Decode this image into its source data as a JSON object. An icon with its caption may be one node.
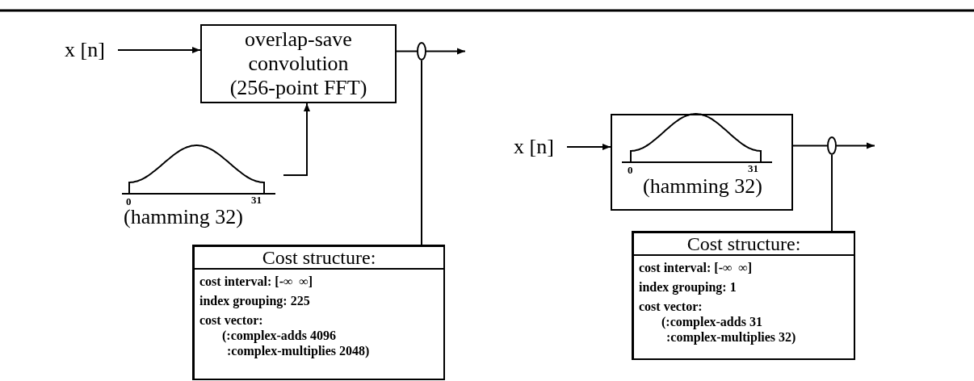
{
  "diagram": {
    "nodes": [
      {
        "text": [
          "x [n]"
        ]
      },
      {
        "text": [
          "overlap-save convolution (256-point FFT)"
        ]
      },
      {
        "text": [
          "0",
          "31",
          "(hamming 32)"
        ]
      },
      {
        "text": [],
        "shape": "circle"
      },
      {
        "text": [
          "Cost structure:",
          "cost interval: [-∞  ∞]",
          "index grouping: 225",
          "cost vector:",
          "(:complex-adds 4096",
          ":complex-multiplies 2048)"
        ]
      },
      {
        "text": [
          "x [n]"
        ]
      },
      {
        "text": [
          "0",
          "31",
          "(hamming 32)"
        ]
      },
      {
        "text": [],
        "shape": "circle"
      },
      {
        "text": [
          "Cost structure:",
          "cost interval: [-∞  ∞]",
          "index grouping: 1",
          "cost vector:",
          "(:complex-adds 31",
          ":complex-multiplies 32)"
        ]
      }
    ],
    "edges": [
      {
        "from": 0,
        "to": 1,
        "arrow": "to"
      },
      {
        "from": 2,
        "to": 1,
        "arrow": "to"
      },
      {
        "from": 1,
        "to": 3,
        "arrow": "none"
      },
      {
        "from": 3,
        "to": null,
        "arrow": "to"
      },
      {
        "from": 3,
        "to": 4,
        "arrow": "none"
      },
      {
        "from": 5,
        "to": 6,
        "arrow": "to"
      },
      {
        "from": 6,
        "to": 7,
        "arrow": "none"
      },
      {
        "from": 7,
        "to": null,
        "arrow": "to"
      },
      {
        "from": 7,
        "to": 8,
        "arrow": "none"
      }
    ]
  }
}
